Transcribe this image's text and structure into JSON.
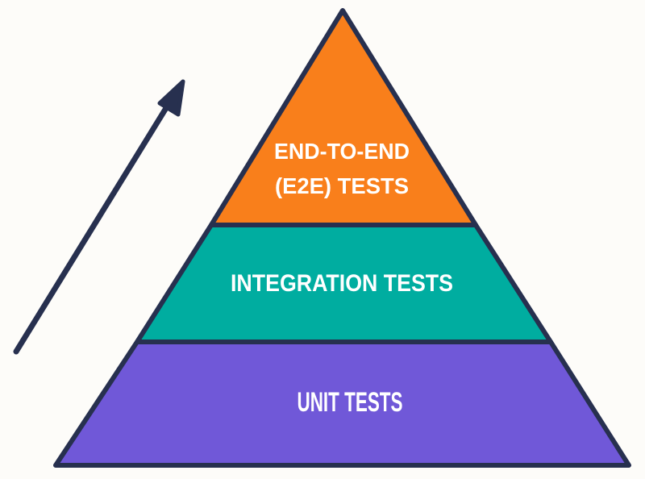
{
  "title": "Testing Pyramid",
  "colors": {
    "background": "#fdfcf9",
    "outline": "#27304f",
    "e2e": "#f97f1b",
    "integration": "#00ada0",
    "unit": "#7058d8",
    "text": "#ffffff"
  },
  "layers": [
    {
      "id": "e2e",
      "lines": [
        "END-TO-END",
        "(E2E) TESTS"
      ]
    },
    {
      "id": "integration",
      "lines": [
        "INTEGRATION TESTS"
      ]
    },
    {
      "id": "unit",
      "lines": [
        "UNIT TESTS"
      ]
    }
  ],
  "arrow": {
    "icon": "arrow-up-right-icon"
  }
}
